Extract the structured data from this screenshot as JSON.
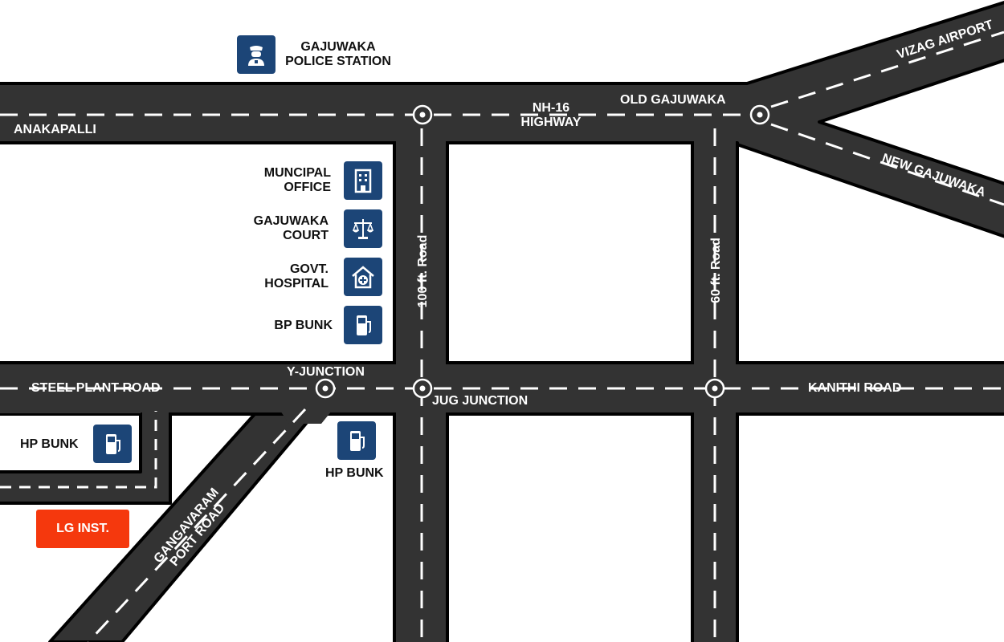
{
  "roads": {
    "anakapalli": "ANAKAPALLI",
    "nh16": [
      "NH-16",
      "HIGHWAY"
    ],
    "old_gajuwaka": "OLD GAJUWAKA",
    "vizag_airport": "VIZAG AIRPORT",
    "new_gajuwaka": "NEW GAJUWAKA",
    "road_100ft": "100 ft. Road",
    "road_60ft": "60 ft. Road",
    "steel_plant_road": "STEEL PLANT ROAD",
    "kanithi_road": "KANITHI ROAD",
    "gangavaram": [
      "GANGAVARAM",
      "PORT ROAD"
    ]
  },
  "junctions": {
    "y_junction": "Y-JUNCTION",
    "jug_junction": "JUG JUNCTION"
  },
  "places": {
    "police_station": [
      "GAJUWAKA",
      "POLICE STATION"
    ],
    "municipal_office": [
      "MUNCIPAL",
      "OFFICE"
    ],
    "court": [
      "GAJUWAKA",
      "COURT"
    ],
    "hospital": [
      "GOVT.",
      "HOSPITAL"
    ],
    "bp_bunk": "BP BUNK",
    "hp_bunk_left": "HP BUNK",
    "hp_bunk_center": "HP BUNK",
    "lg_inst": "LG INST."
  },
  "icons": {
    "police_station": "police-officer-icon",
    "municipal_office": "office-building-icon",
    "court": "scales-of-justice-icon",
    "hospital": "hospital-icon",
    "bp_bunk": "fuel-pump-icon",
    "hp_bunk_left": "fuel-pump-icon",
    "hp_bunk_center": "fuel-pump-icon"
  },
  "colors": {
    "road": "#333333",
    "road_edge": "#000000",
    "icon_bg": "#1c4577",
    "highlight": "#f5380d"
  }
}
